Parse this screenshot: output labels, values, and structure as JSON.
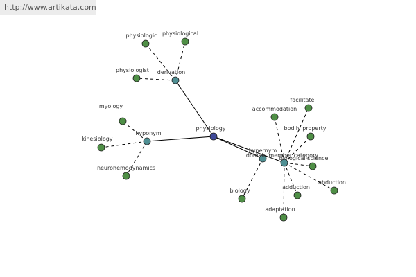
{
  "header": {
    "url": "http://www.artikata.com"
  },
  "colors": {
    "center_node": "#3f4a9a",
    "hub_node": "#4f8f93",
    "leaf_node": "#4f8f46",
    "edge": "#000000"
  },
  "graph": {
    "center": {
      "id": "physiology",
      "label": "physiology"
    },
    "hubs": [
      {
        "id": "derivation",
        "label": "derivation"
      },
      {
        "id": "hyponym",
        "label": "hyponym"
      },
      {
        "id": "hypernym",
        "label": "hypernym"
      },
      {
        "id": "domain-member-category",
        "label": "domain member category"
      }
    ],
    "leaves": [
      {
        "id": "physiologic",
        "label": "physiologic",
        "hub": "derivation"
      },
      {
        "id": "physiological",
        "label": "physiological",
        "hub": "derivation"
      },
      {
        "id": "physiologist",
        "label": "physiologist",
        "hub": "derivation"
      },
      {
        "id": "myology",
        "label": "myology",
        "hub": "hyponym"
      },
      {
        "id": "kinesiology",
        "label": "kinesiology",
        "hub": "hyponym"
      },
      {
        "id": "neurohemodynamics",
        "label": "neurohemodynamics",
        "hub": "hyponym"
      },
      {
        "id": "biology",
        "label": "biology",
        "hub": "hypernym"
      },
      {
        "id": "accommodation",
        "label": "accommodation",
        "hub": "domain-member-category"
      },
      {
        "id": "facilitate",
        "label": "facilitate",
        "hub": "domain-member-category"
      },
      {
        "id": "bodily-property",
        "label": "bodily property",
        "hub": "domain-member-category"
      },
      {
        "id": "biological-science",
        "label": "biological science",
        "hub": "domain-member-category"
      },
      {
        "id": "abduction-1",
        "label": "abduction",
        "hub": "domain-member-category"
      },
      {
        "id": "adduction",
        "label": "adduction",
        "hub": "domain-member-category"
      },
      {
        "id": "adaptation",
        "label": "adaptation",
        "hub": "domain-member-category"
      }
    ]
  }
}
